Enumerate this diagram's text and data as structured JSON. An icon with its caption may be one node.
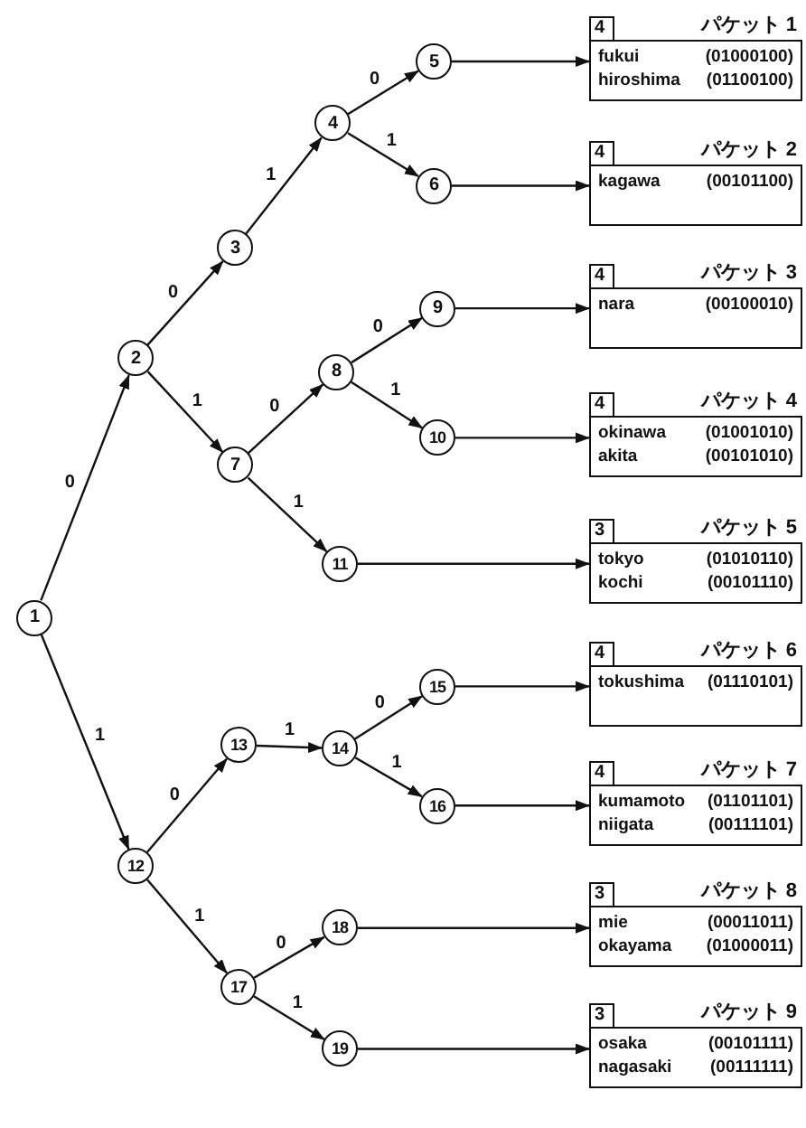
{
  "diagram": {
    "nodes": [
      {
        "text": [
          "1"
        ]
      },
      {
        "text": [
          "2"
        ]
      },
      {
        "text": [
          "3"
        ]
      },
      {
        "text": [
          "4"
        ]
      },
      {
        "text": [
          "5"
        ]
      },
      {
        "text": [
          "6"
        ]
      },
      {
        "text": [
          "7"
        ]
      },
      {
        "text": [
          "8"
        ]
      },
      {
        "text": [
          "9"
        ]
      },
      {
        "text": [
          "10"
        ]
      },
      {
        "text": [
          "11"
        ]
      },
      {
        "text": [
          "12"
        ]
      },
      {
        "text": [
          "13"
        ]
      },
      {
        "text": [
          "14"
        ]
      },
      {
        "text": [
          "15"
        ]
      },
      {
        "text": [
          "16"
        ]
      },
      {
        "text": [
          "17"
        ]
      },
      {
        "text": [
          "18"
        ]
      },
      {
        "text": [
          "19"
        ]
      },
      {
        "text": [
          "4"
        ]
      },
      {
        "text": [
          "パケット 1",
          "fukui",
          "(01000100)",
          "hiroshima",
          "(01100100)"
        ]
      },
      {
        "text": [
          "4"
        ]
      },
      {
        "text": [
          "パケット 2",
          "kagawa",
          "(00101100)"
        ]
      },
      {
        "text": [
          "4"
        ]
      },
      {
        "text": [
          "パケット 3",
          "nara",
          "(00100010)"
        ]
      },
      {
        "text": [
          "4"
        ]
      },
      {
        "text": [
          "パケット 4",
          "okinawa",
          "(01001010)",
          "akita",
          "(00101010)"
        ]
      },
      {
        "text": [
          "3"
        ]
      },
      {
        "text": [
          "パケット 5",
          "tokyo",
          "(01010110)",
          "kochi",
          "(00101110)"
        ]
      },
      {
        "text": [
          "4"
        ]
      },
      {
        "text": [
          "パケット 6",
          "tokushima",
          "(01110101)"
        ]
      },
      {
        "text": [
          "4"
        ]
      },
      {
        "text": [
          "パケット 7",
          "kumamoto",
          "(01101101)",
          "niigata",
          "(00111101)"
        ]
      },
      {
        "text": [
          "3"
        ]
      },
      {
        "text": [
          "パケット 8",
          "mie",
          "(00011011)",
          "okayama",
          "(01000011)"
        ]
      },
      {
        "text": [
          "3"
        ]
      },
      {
        "text": [
          "パケット 9",
          "osaka",
          "(00101111)",
          "nagasaki",
          "(00111111)"
        ]
      }
    ],
    "edges": [
      {
        "from": 0,
        "to": 1,
        "arrow": "to",
        "label": "0"
      },
      {
        "from": 0,
        "to": 11,
        "arrow": "to",
        "label": "1"
      },
      {
        "from": 1,
        "to": 2,
        "arrow": "to",
        "label": "0"
      },
      {
        "from": 1,
        "to": 6,
        "arrow": "to",
        "label": "1"
      },
      {
        "from": 2,
        "to": 3,
        "arrow": "to",
        "label": "1"
      },
      {
        "from": 3,
        "to": 4,
        "arrow": "to",
        "label": "0"
      },
      {
        "from": 3,
        "to": 5,
        "arrow": "to",
        "label": "1"
      },
      {
        "from": 6,
        "to": 7,
        "arrow": "to",
        "label": "0"
      },
      {
        "from": 6,
        "to": 10,
        "arrow": "to",
        "label": "1"
      },
      {
        "from": 7,
        "to": 8,
        "arrow": "to",
        "label": "0"
      },
      {
        "from": 7,
        "to": 9,
        "arrow": "to",
        "label": "1"
      },
      {
        "from": 11,
        "to": 12,
        "arrow": "to",
        "label": "0"
      },
      {
        "from": 11,
        "to": 16,
        "arrow": "to",
        "label": "1"
      },
      {
        "from": 12,
        "to": 13,
        "arrow": "to",
        "label": "1"
      },
      {
        "from": 13,
        "to": 14,
        "arrow": "to",
        "label": "0"
      },
      {
        "from": 13,
        "to": 15,
        "arrow": "to",
        "label": "1"
      },
      {
        "from": 16,
        "to": 17,
        "arrow": "to",
        "label": "0"
      },
      {
        "from": 16,
        "to": 18,
        "arrow": "to",
        "label": "1"
      },
      {
        "from": 4,
        "to": 20,
        "arrow": "to"
      },
      {
        "from": 5,
        "to": 22,
        "arrow": "to"
      },
      {
        "from": 8,
        "to": 24,
        "arrow": "to"
      },
      {
        "from": 9,
        "to": 26,
        "arrow": "to"
      },
      {
        "from": 10,
        "to": 28,
        "arrow": "to"
      },
      {
        "from": 14,
        "to": 30,
        "arrow": "to"
      },
      {
        "from": 15,
        "to": 32,
        "arrow": "to"
      },
      {
        "from": 17,
        "to": 34,
        "arrow": "to"
      },
      {
        "from": 18,
        "to": 36,
        "arrow": "to"
      }
    ]
  }
}
